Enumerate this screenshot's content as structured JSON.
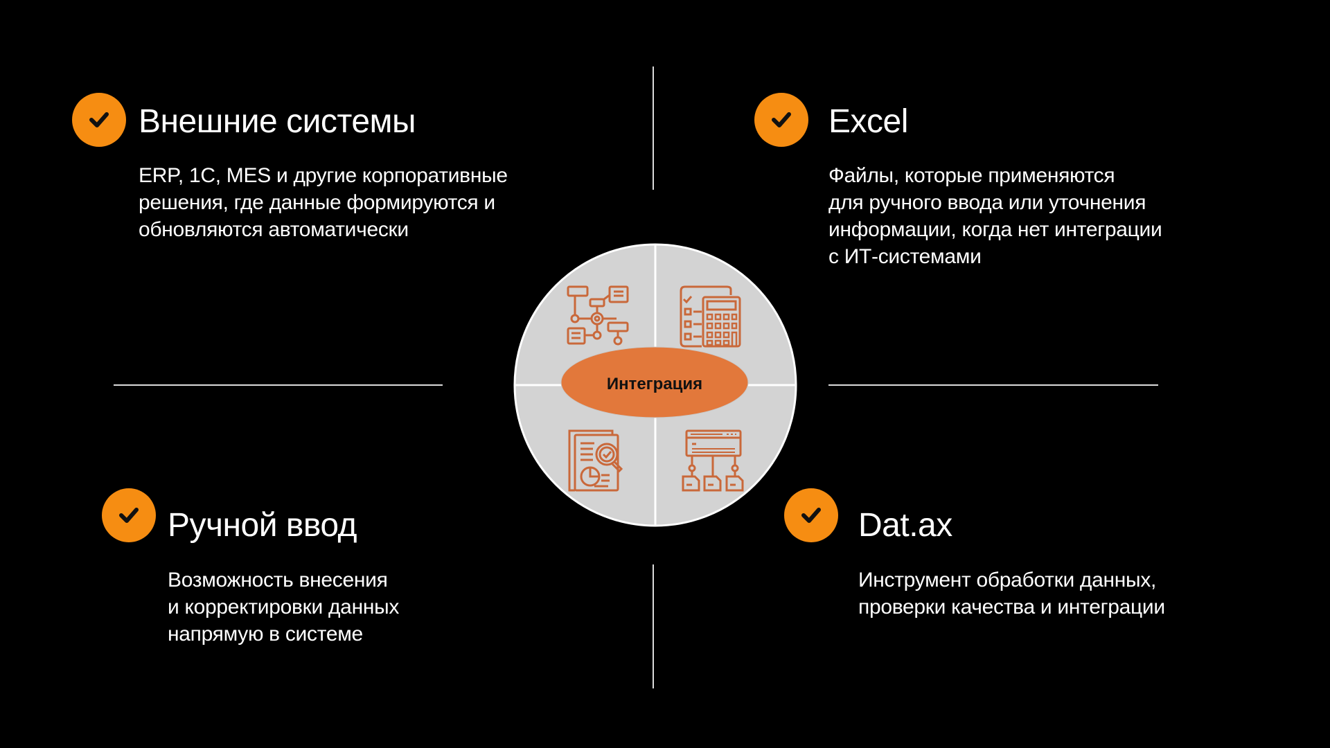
{
  "center_label": "Интеграция",
  "colors": {
    "accent": "#f68d12",
    "ellipse": "#e2783b",
    "circle": "#d3d3d3",
    "icon": "#c9683a"
  },
  "items": [
    {
      "title": "Внешние системы",
      "body": "ERP, 1С, MES и другие корпоративные\nрешения, где данные формируются и\nобновляются автоматически",
      "icon": "check-icon"
    },
    {
      "title": "Excel",
      "body": "Файлы, которые применяются\nдля ручного ввода или уточнения\nинформации, когда нет интеграции\nс ИТ-системами",
      "icon": "check-icon"
    },
    {
      "title": "Ручной ввод",
      "body": "Возможность внесения\nи корректировки данных\nнапрямую в системе",
      "icon": "check-icon"
    },
    {
      "title": "Dat.ax",
      "body": "Инструмент обработки данных,\nпроверки качества и интеграции",
      "icon": "check-icon"
    }
  ],
  "quadrant_icons": [
    "flowchart-icon",
    "calculator-checklist-icon",
    "document-search-icon",
    "data-distribution-icon"
  ]
}
